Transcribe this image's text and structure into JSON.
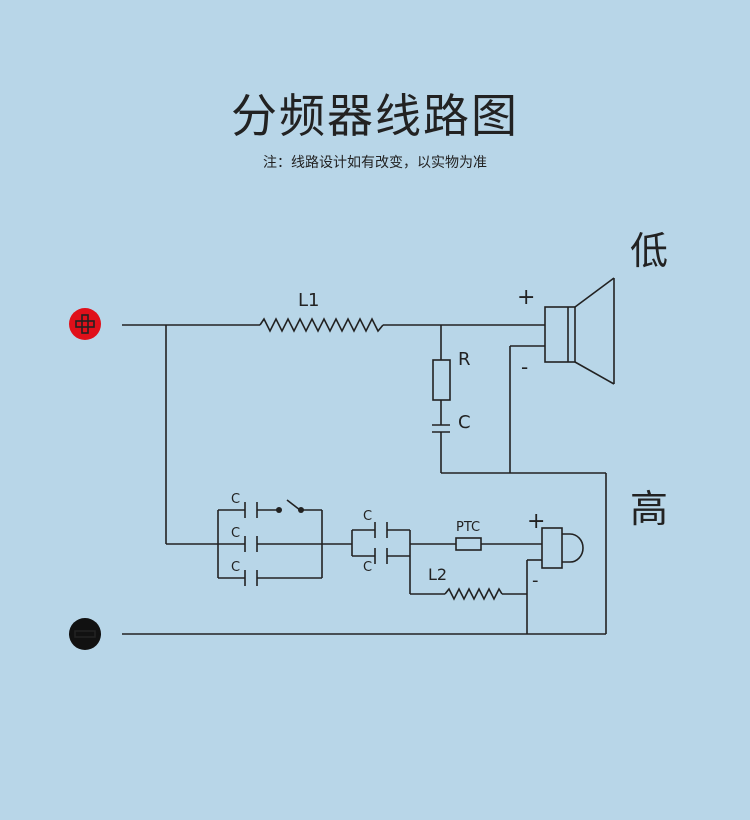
{
  "title": "分频器线路图",
  "note": "注：线路设计如有改变，以实物为准",
  "labels": {
    "low": "低",
    "high": "高",
    "L1": "L1",
    "L2": "L2",
    "R": "R",
    "C": "C",
    "PTC": "PTC",
    "plus": "+",
    "minus": "-"
  },
  "colors": {
    "background": "#b8d6e8",
    "positive_terminal": "#e0101a",
    "negative_terminal": "#111111",
    "line": "#222222"
  }
}
